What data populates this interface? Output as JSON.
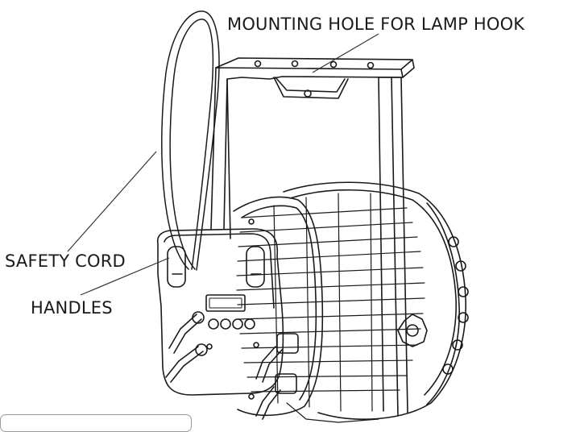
{
  "labels": {
    "mounting_hole": "MOUNTING HOLE FOR LAMP HOOK",
    "safety_cord": "SAFETY CORD",
    "handles": "HANDLES"
  },
  "colors": {
    "line": "#1a1a1a",
    "leader": "#333333",
    "background": "#ffffff"
  }
}
